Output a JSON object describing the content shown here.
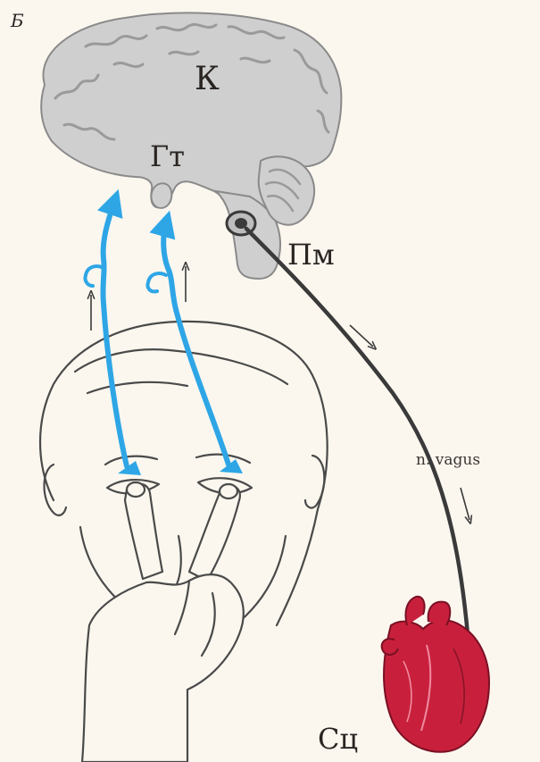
{
  "panel_label": "Б",
  "labels": {
    "cortex": "К",
    "hypothalamus": "Гт",
    "medulla": "Пм",
    "nerve": "n. vagus",
    "heart": "Сц"
  },
  "colors": {
    "background": "#fbf7ef",
    "brain_fill": "#cfcfcf",
    "brain_outline": "#8a8a8a",
    "afferent_pathway": "#2ea6e6",
    "efferent_pathway": "#3a3a3a",
    "heart": "#c8203c",
    "line_art": "#4a4a4a"
  }
}
